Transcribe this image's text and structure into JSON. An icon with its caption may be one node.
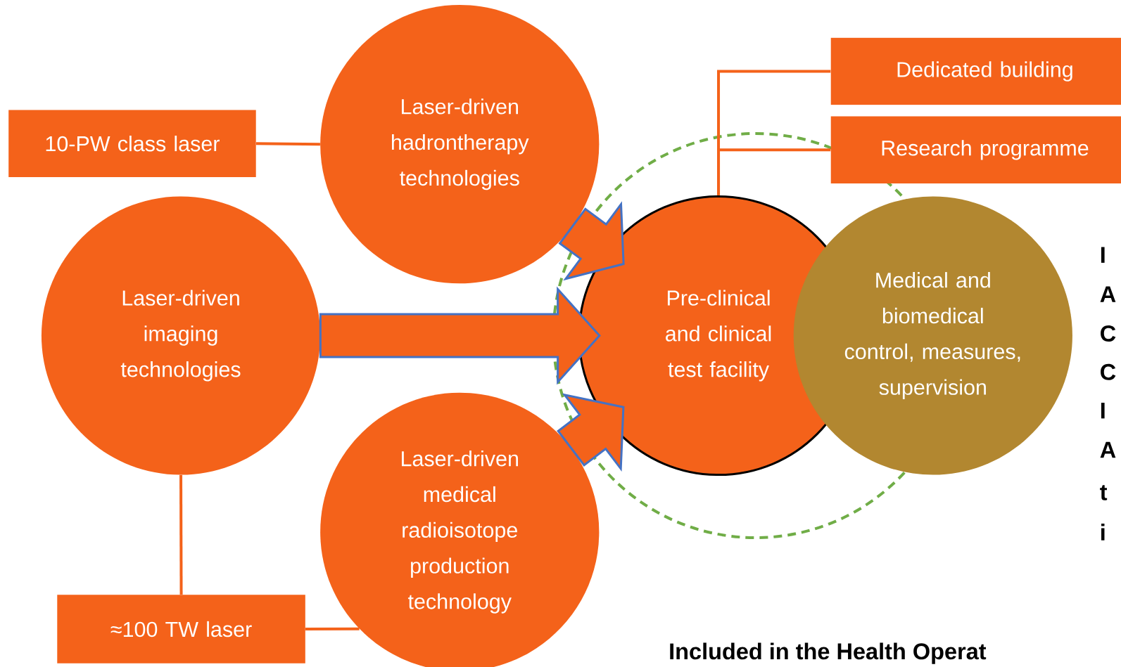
{
  "diagram": {
    "nodes": [
      {
        "text": [
          "10-PW class laser"
        ]
      },
      {
        "text": [
          "Laser-driven hadrontherapy technologies"
        ]
      },
      {
        "text": [
          "Laser-driven imaging technologies"
        ]
      },
      {
        "text": [
          "Laser-driven medical radioisotope production technology"
        ]
      },
      {
        "text": [
          "≈100 TW laser"
        ]
      },
      {
        "text": [
          "Dedicated building"
        ]
      },
      {
        "text": [
          "Research programme"
        ]
      },
      {
        "text": [
          "Pre-clinical and clinical test facility"
        ]
      },
      {
        "text": [
          "Medical and biomedical control, measures, supervision"
        ]
      }
    ],
    "edges": [
      {
        "from": 0,
        "to": 1,
        "arrow": "none"
      },
      {
        "from": 2,
        "to": 4,
        "arrow": "none"
      },
      {
        "from": 4,
        "to": 3,
        "arrow": "none"
      },
      {
        "from": 5,
        "to": 7,
        "arrow": "none"
      },
      {
        "from": 6,
        "to": 7,
        "arrow": "none"
      },
      {
        "from": 1,
        "to": 7,
        "arrow": "to",
        "style": "thick",
        "color": "#4472c4"
      },
      {
        "from": 2,
        "to": 7,
        "arrow": "to",
        "style": "thick",
        "color": "#4472c4"
      },
      {
        "from": 3,
        "to": 7,
        "arrow": "to",
        "style": "thick",
        "color": "#4472c4"
      }
    ],
    "labels": [
      "Included in the Health Operat",
      "I",
      "A",
      "C",
      "C",
      "I",
      "A",
      "t",
      "i"
    ]
  }
}
